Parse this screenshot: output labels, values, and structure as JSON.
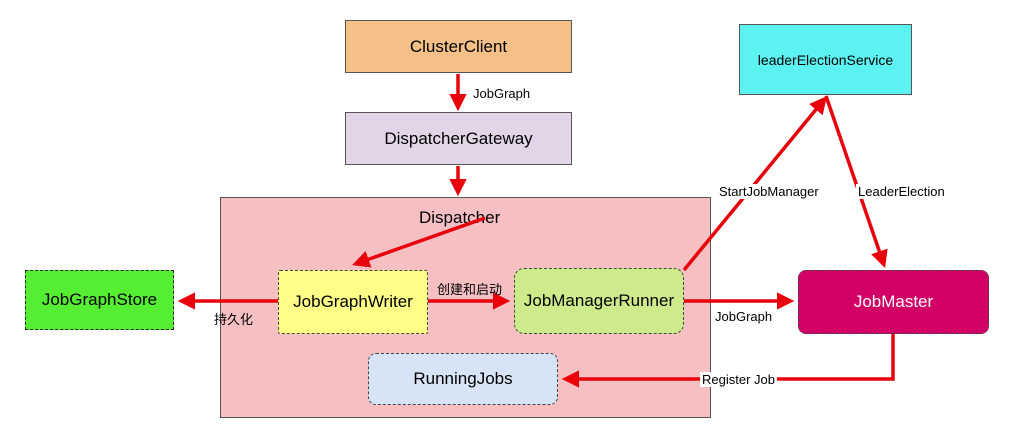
{
  "nodes": {
    "cluster_client": "ClusterClient",
    "dispatcher_gateway": "DispatcherGateway",
    "dispatcher": "Dispatcher",
    "leader_election_service": "leaderElectionService",
    "job_graph_store": "JobGraphStore",
    "job_graph_writer": "JobGraphWriter",
    "job_manager_runner": "JobManagerRunner",
    "job_master": "JobMaster",
    "running_jobs": "RunningJobs"
  },
  "edges": {
    "client_to_gateway": "JobGraph",
    "writer_to_store": "持久化",
    "writer_to_runner": "创建和启动",
    "runner_to_master": "JobGraph",
    "runner_to_leader": "StartJobManager",
    "leader_to_master": "LeaderElection",
    "master_to_running": "Register Job"
  },
  "colors": {
    "arrow": "#e8000b",
    "cluster_client": "#f4c088",
    "dispatcher_gateway": "#e1d5e7",
    "dispatcher": "#f6c0c3",
    "leader_election_service": "#5cf2f2",
    "job_graph_store": "#55ee33",
    "job_graph_writer": "#ffff88",
    "job_manager_runner": "#cdeb8b",
    "job_master": "#d30066",
    "running_jobs": "#d6e4f6"
  }
}
